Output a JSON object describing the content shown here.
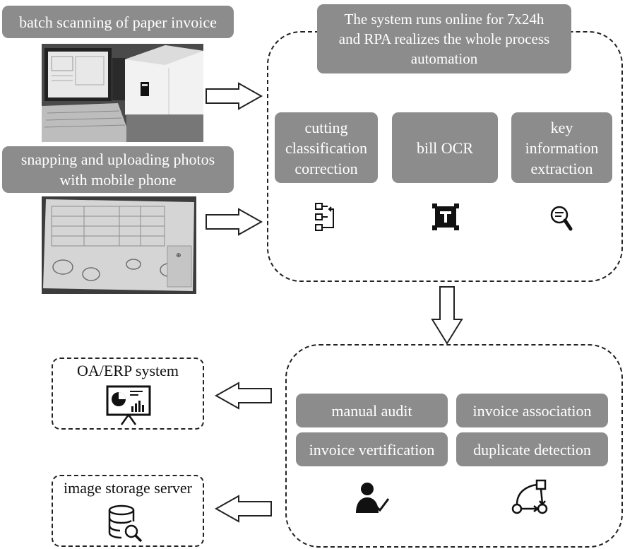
{
  "inputs": {
    "scan_label": "batch scanning of paper invoice",
    "mobile_label": "snapping and uploading photos\nwith mobile phone"
  },
  "system": {
    "title": "The system runs online for 7x24h\nand RPA realizes the whole process\nautomation",
    "steps": [
      {
        "label": "cutting\nclassification\ncorrection",
        "icon": "classification-icon"
      },
      {
        "label": "bill OCR",
        "icon": "ocr-text-icon"
      },
      {
        "label": "key\ninformation\nextraction",
        "icon": "magnifier-icon"
      }
    ]
  },
  "processing": {
    "tasks": [
      "manual audit",
      "invoice association",
      "invoice vertification",
      "duplicate detection"
    ],
    "icons": [
      "auditor-icon",
      "workflow-icon"
    ]
  },
  "outputs": {
    "oa_label": "OA/ERP system",
    "storage_label": "image storage server"
  }
}
